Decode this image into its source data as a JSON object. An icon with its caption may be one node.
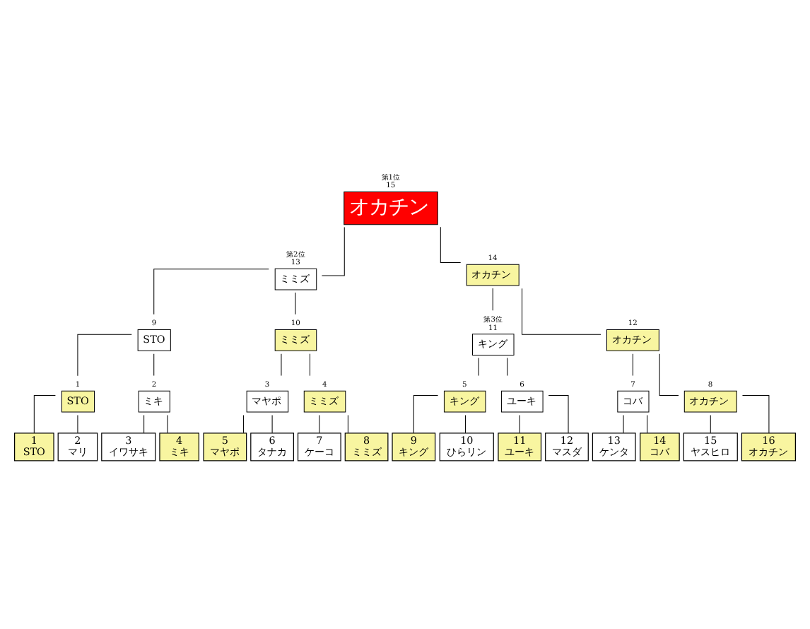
{
  "diagram": {
    "nodes": [
      {
        "text": [
          "オカチン"
        ],
        "beside": [
          "第1位",
          "15"
        ]
      },
      {
        "text": [
          "ミミズ"
        ],
        "beside": [
          "第2位",
          "13"
        ]
      },
      {
        "text": [
          "オカチン"
        ],
        "beside": [
          "14"
        ]
      },
      {
        "text": [
          "STO"
        ],
        "beside": [
          "9"
        ]
      },
      {
        "text": [
          "ミミズ"
        ],
        "beside": [
          "10"
        ]
      },
      {
        "text": [
          "キング"
        ],
        "beside": [
          "第3位",
          "11"
        ]
      },
      {
        "text": [
          "オカチン"
        ],
        "beside": [
          "12"
        ]
      },
      {
        "text": [
          "STO"
        ],
        "beside": [
          "1"
        ]
      },
      {
        "text": [
          "ミキ"
        ],
        "beside": [
          "2"
        ]
      },
      {
        "text": [
          "マヤポ"
        ],
        "beside": [
          "3"
        ]
      },
      {
        "text": [
          "ミミズ"
        ],
        "beside": [
          "4"
        ]
      },
      {
        "text": [
          "キング"
        ],
        "beside": [
          "5"
        ]
      },
      {
        "text": [
          "ユーキ"
        ],
        "beside": [
          "6"
        ]
      },
      {
        "text": [
          "コバ"
        ],
        "beside": [
          "7"
        ]
      },
      {
        "text": [
          "オカチン"
        ],
        "beside": [
          "8"
        ]
      },
      {
        "text": [
          "1",
          "STO"
        ]
      },
      {
        "text": [
          "2",
          "マリ"
        ]
      },
      {
        "text": [
          "3",
          "イワサキ"
        ]
      },
      {
        "text": [
          "4",
          "ミキ"
        ]
      },
      {
        "text": [
          "5",
          "マヤポ"
        ]
      },
      {
        "text": [
          "6",
          "タナカ"
        ]
      },
      {
        "text": [
          "7",
          "ケーコ"
        ]
      },
      {
        "text": [
          "8",
          "ミミズ"
        ]
      },
      {
        "text": [
          "9",
          "キング"
        ]
      },
      {
        "text": [
          "10",
          "ひらリン"
        ]
      },
      {
        "text": [
          "11",
          "ユーキ"
        ]
      },
      {
        "text": [
          "12",
          "マスダ"
        ]
      },
      {
        "text": [
          "13",
          "ケンタ"
        ]
      },
      {
        "text": [
          "14",
          "コバ"
        ]
      },
      {
        "text": [
          "15",
          "ヤスヒロ"
        ]
      },
      {
        "text": [
          "16",
          "オカチン"
        ]
      }
    ],
    "edges": [
      {
        "from": 0,
        "to": 1,
        "arrow": "none"
      },
      {
        "from": 0,
        "to": 2,
        "arrow": "none"
      },
      {
        "from": 1,
        "to": 3,
        "arrow": "none"
      },
      {
        "from": 1,
        "to": 4,
        "arrow": "none"
      },
      {
        "from": 2,
        "to": 5,
        "arrow": "none"
      },
      {
        "from": 2,
        "to": 6,
        "arrow": "none"
      },
      {
        "from": 3,
        "to": 7,
        "arrow": "none"
      },
      {
        "from": 3,
        "to": 8,
        "arrow": "none"
      },
      {
        "from": 4,
        "to": 9,
        "arrow": "none"
      },
      {
        "from": 4,
        "to": 10,
        "arrow": "none"
      },
      {
        "from": 5,
        "to": 11,
        "arrow": "none"
      },
      {
        "from": 5,
        "to": 12,
        "arrow": "none"
      },
      {
        "from": 6,
        "to": 13,
        "arrow": "none"
      },
      {
        "from": 6,
        "to": 14,
        "arrow": "none"
      },
      {
        "from": 7,
        "to": 15,
        "arrow": "none"
      },
      {
        "from": 7,
        "to": 16,
        "arrow": "none"
      },
      {
        "from": 8,
        "to": 17,
        "arrow": "none"
      },
      {
        "from": 8,
        "to": 18,
        "arrow": "none"
      },
      {
        "from": 9,
        "to": 19,
        "arrow": "none"
      },
      {
        "from": 9,
        "to": 20,
        "arrow": "none"
      },
      {
        "from": 10,
        "to": 21,
        "arrow": "none"
      },
      {
        "from": 10,
        "to": 22,
        "arrow": "none"
      },
      {
        "from": 11,
        "to": 23,
        "arrow": "none"
      },
      {
        "from": 11,
        "to": 24,
        "arrow": "none"
      },
      {
        "from": 12,
        "to": 25,
        "arrow": "none"
      },
      {
        "from": 12,
        "to": 26,
        "arrow": "none"
      },
      {
        "from": 13,
        "to": 27,
        "arrow": "none"
      },
      {
        "from": 13,
        "to": 28,
        "arrow": "none"
      },
      {
        "from": 14,
        "to": 29,
        "arrow": "none"
      },
      {
        "from": 14,
        "to": 30,
        "arrow": "none"
      }
    ]
  }
}
